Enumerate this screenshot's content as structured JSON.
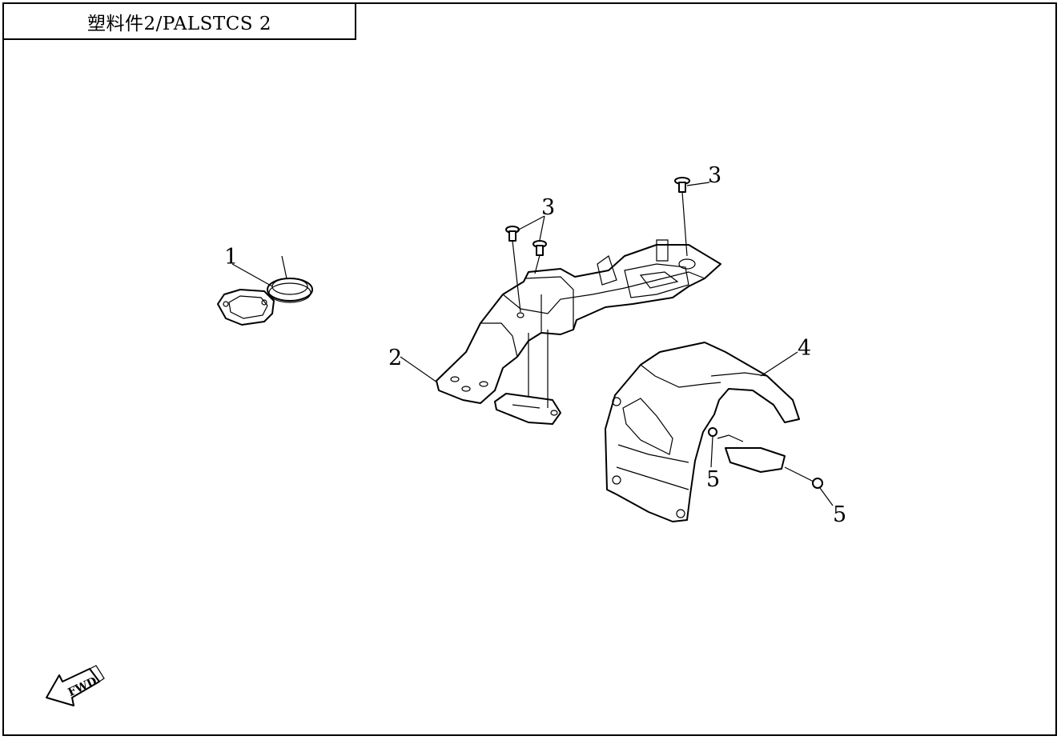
{
  "title": "塑料件2/PALSTCS 2",
  "callouts": {
    "item1": "1",
    "item2": "2",
    "item3a": "3",
    "item3b": "3",
    "item4": "4",
    "item5a": "5",
    "item5b": "5"
  },
  "fwd_label": "FWD"
}
